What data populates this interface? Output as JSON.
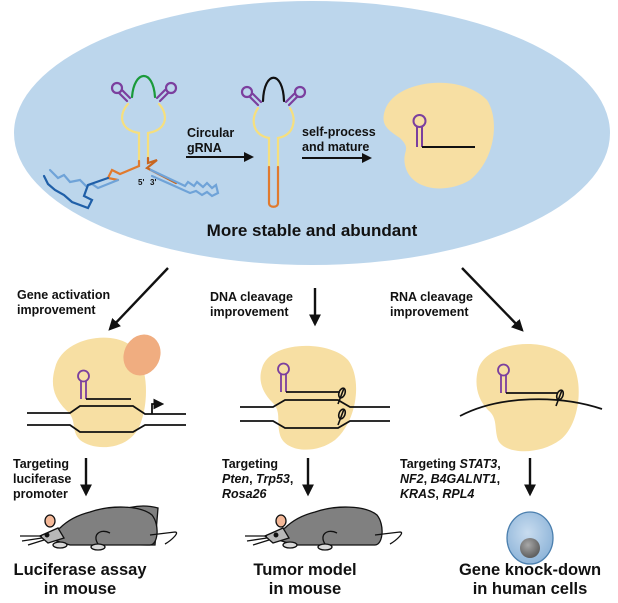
{
  "colors": {
    "ellipse_fill": "#bcd6ec",
    "protein_fill": "#f7dfa3",
    "activator_fill": "#f0ad80",
    "hairpin_purple": "#7b3f9e",
    "loop_green": "#1a9a3a",
    "stem_yellow": "#f6df7e",
    "stem_orange": "#e07a2e",
    "ribozyme_blue": "#1f5fa8",
    "ribozyme_lightblue": "#6fa3d8",
    "mouse_body": "#808080",
    "mouse_ear": "#f4b898",
    "cell_fill": "#9fc1e0",
    "nucleus": "#7a7a7a",
    "line": "#111111"
  },
  "top": {
    "step1_label_line1": "Circular",
    "step1_label_line2": "gRNA",
    "step2_label_line1": "self-process",
    "step2_label_line2": "and mature",
    "end5": "5'",
    "end3": "3'",
    "summary": "More stable and abundant"
  },
  "branches": [
    {
      "id": "activation",
      "heading_line1": "Gene activation",
      "heading_line2": "improvement",
      "target_line1": "Targeting",
      "target_line2": "luciferase",
      "target_line3": "promoter",
      "outcome_line1": "Luciferase assay",
      "outcome_line2": "in mouse"
    },
    {
      "id": "dna",
      "heading_line1": "DNA cleavage",
      "heading_line2": "improvement",
      "target_line1": "Targeting",
      "target_genes_line2": [
        "Pten",
        "Trp53"
      ],
      "target_genes_line3": [
        "Rosa26"
      ],
      "outcome_line1": "Tumor model",
      "outcome_line2": "in mouse"
    },
    {
      "id": "rna",
      "heading_line1": "RNA cleavage",
      "heading_line2": "improvement",
      "target_line1": "Targeting",
      "target_genes_line1": [
        "STAT3"
      ],
      "target_genes_line2": [
        "NF2",
        "B4GALNT1"
      ],
      "target_genes_line3": [
        "KRAS",
        "RPL4"
      ],
      "outcome_line1": "Gene knock-down",
      "outcome_line2": "in human cells"
    }
  ],
  "icons": [
    "circular-grna-icon",
    "mature-grna-icon",
    "cas-protein-icon",
    "activator-icon",
    "dna-duplex-icon",
    "scissors-icon",
    "rna-strand-icon",
    "mouse-icon",
    "human-cell-icon",
    "arrow-icon"
  ]
}
